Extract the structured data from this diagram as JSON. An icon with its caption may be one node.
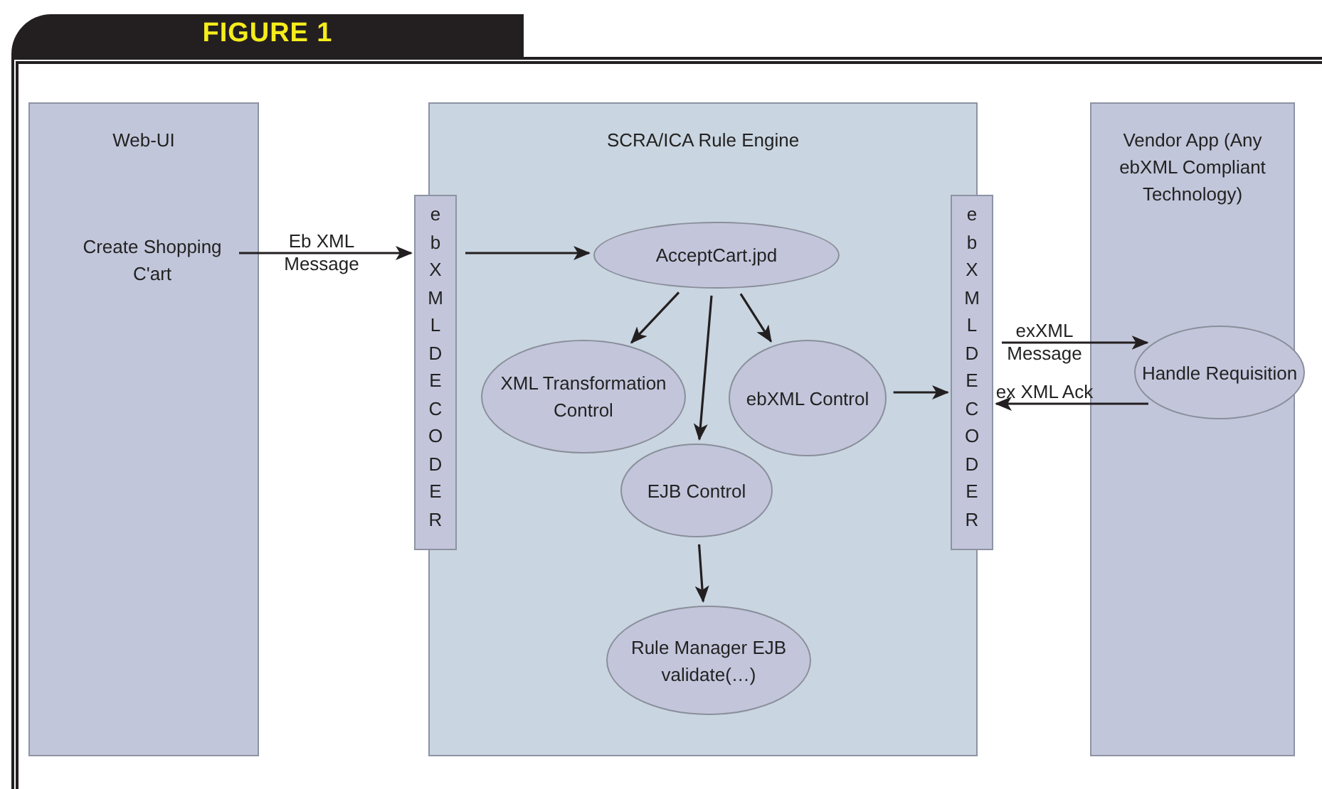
{
  "diagram": {
    "title": "FIGURE 1",
    "nodes": [
      {
        "text": [
          "Web-UI"
        ]
      },
      {
        "text": [
          "Create Shopping C'art"
        ],
        "in": 0
      },
      {
        "text": [
          "SCRA/ICA Rule Engine"
        ]
      },
      {
        "text": [
          "ebXML DECODER"
        ]
      },
      {
        "text": [
          "AcceptCart.jpd"
        ],
        "in": 2
      },
      {
        "text": [
          "XML Transformation Control"
        ],
        "in": 2
      },
      {
        "text": [
          "ebXML Control"
        ],
        "in": 2
      },
      {
        "text": [
          "EJB Control"
        ],
        "in": 2
      },
      {
        "text": [
          "Rule Manager EJB validate(…)"
        ],
        "in": 2
      },
      {
        "text": [
          "ebXML DECODER"
        ]
      },
      {
        "text": [
          "Vendor App (Any ebXML Compliant Technology)"
        ]
      },
      {
        "text": [
          "Handle Requisition"
        ],
        "in": 10
      }
    ],
    "edges": [
      {
        "from": 1,
        "to": 3,
        "arrow": "to",
        "label": "Eb XML Message"
      },
      {
        "from": 3,
        "to": 4,
        "arrow": "to"
      },
      {
        "from": 4,
        "to": 5,
        "arrow": "to"
      },
      {
        "from": 4,
        "to": 7,
        "arrow": "to"
      },
      {
        "from": 4,
        "to": 6,
        "arrow": "to"
      },
      {
        "from": 7,
        "to": 8,
        "arrow": "to"
      },
      {
        "from": 6,
        "to": 9,
        "arrow": "to"
      },
      {
        "from": 9,
        "to": 11,
        "arrow": "to",
        "label": "exXML Message"
      },
      {
        "from": 11,
        "to": 9,
        "arrow": "to",
        "label": "ex XML Ack"
      }
    ]
  }
}
